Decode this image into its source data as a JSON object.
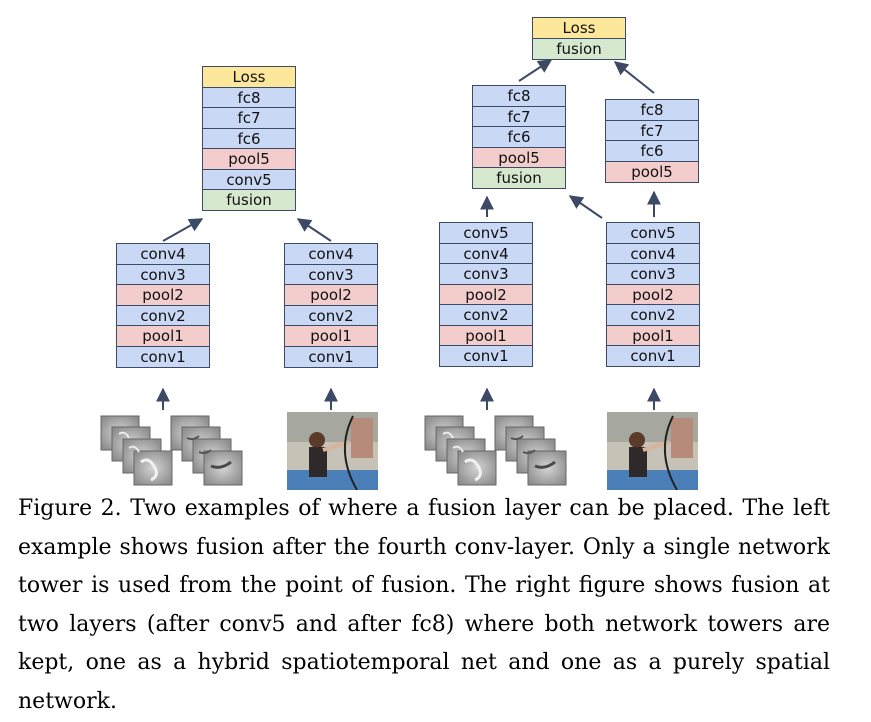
{
  "left_example": {
    "top_tower": [
      "Loss",
      "fc8",
      "fc7",
      "fc6",
      "pool5",
      "conv5",
      "fusion"
    ],
    "tower_a": [
      "conv4",
      "conv3",
      "pool2",
      "conv2",
      "pool1",
      "conv1"
    ],
    "tower_b": [
      "conv4",
      "conv3",
      "pool2",
      "conv2",
      "pool1",
      "conv1"
    ]
  },
  "right_example": {
    "top_block": [
      "Loss",
      "fusion"
    ],
    "hybrid_tower_top": [
      "fc8",
      "fc7",
      "fc6",
      "pool5",
      "fusion"
    ],
    "spatial_tower_top": [
      "fc8",
      "fc7",
      "fc6",
      "pool5"
    ],
    "tower_a": [
      "conv5",
      "conv4",
      "conv3",
      "pool2",
      "conv2",
      "pool1",
      "conv1"
    ],
    "tower_b": [
      "conv5",
      "conv4",
      "conv3",
      "pool2",
      "conv2",
      "pool1",
      "conv1"
    ]
  },
  "colors": {
    "conv": "#c9d8f5",
    "pool": "#f3cccc",
    "fusion": "#d6e9cf",
    "loss": "#fde79a",
    "border": "#3c4a66",
    "arrow": "#3c4a66"
  },
  "caption": "Figure 2. Two examples of where a fusion layer can be placed. The left example shows fusion after the fourth conv-layer. Only a single network tower is used from the point of fusion. The right figure shows fusion at two layers (after conv5 and after fc8) where both network towers are kept, one as a hybrid spatiotemporal net and one as a purely spatial network."
}
